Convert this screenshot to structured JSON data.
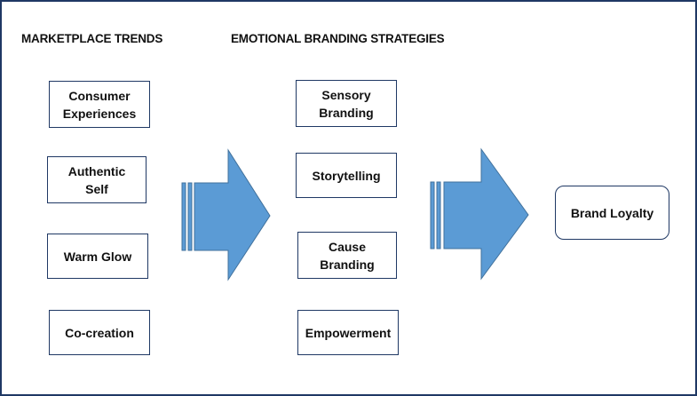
{
  "headings": {
    "left": "MARKETPLACE TRENDS",
    "middle": "EMOTIONAL BRANDING STRATEGIES"
  },
  "trends": [
    {
      "label": "Consumer\nExperiences"
    },
    {
      "label": "Authentic\nSelf"
    },
    {
      "label": "Warm Glow"
    },
    {
      "label": "Co-creation"
    }
  ],
  "strategies": [
    {
      "label": "Sensory\nBranding"
    },
    {
      "label": "Storytelling"
    },
    {
      "label": "Cause\nBranding"
    },
    {
      "label": "Empowerment"
    }
  ],
  "outcome": {
    "label": "Brand Loyalty"
  },
  "colors": {
    "arrow_fill": "#5b9bd5",
    "arrow_stroke": "#41719c",
    "box_border": "#1f3864",
    "frame_border": "#1f3864"
  }
}
